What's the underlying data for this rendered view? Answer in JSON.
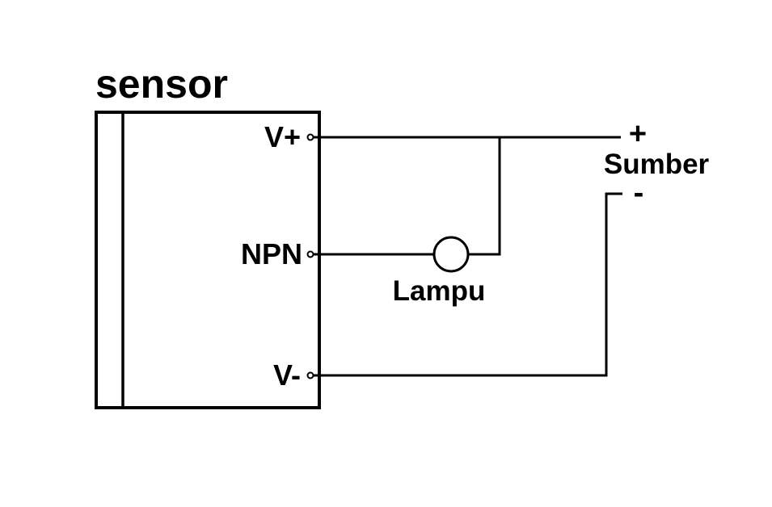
{
  "diagram_title": "sensor",
  "sensor": {
    "label": "sensor",
    "terminals": {
      "vplus": "V+",
      "npn": "NPN",
      "vminus": "V-"
    }
  },
  "lamp": {
    "label": "Lampu"
  },
  "source": {
    "plus_sign": "+",
    "label": "Sumber",
    "minus_sign": "-"
  },
  "colors": {
    "line": "#000000",
    "text": "#000000",
    "background": "#ffffff"
  }
}
